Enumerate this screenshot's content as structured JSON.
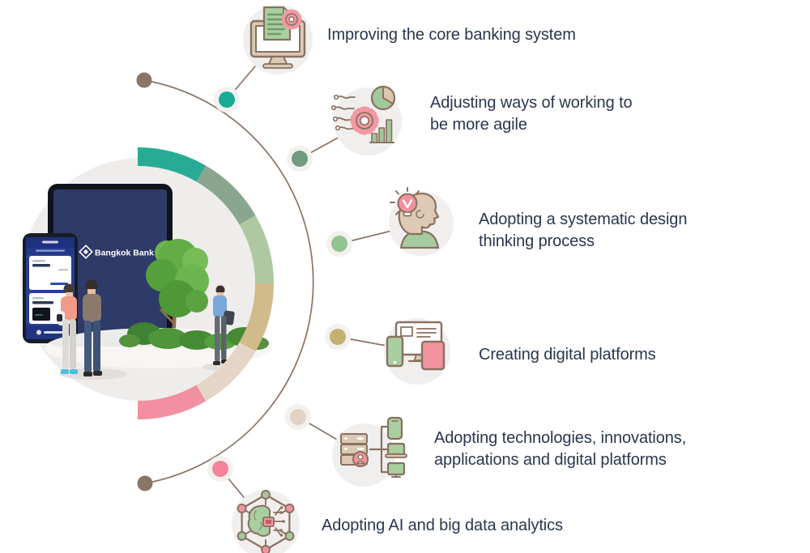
{
  "infographic": {
    "brand": "Bangkok Bank",
    "scene": {
      "description": "Circular photo of Bangkok Bank tablet and mobile banking app with customers, tree and bushes"
    },
    "items": [
      {
        "label_lines": [
          "Improving the core banking system"
        ],
        "icon": "core-banking-monitor-icon",
        "dot_color": "#17ab97",
        "arc_color": "#27ab94"
      },
      {
        "label_lines": [
          "Adjusting ways of working to",
          "be more agile"
        ],
        "icon": "agile-gear-chart-icon",
        "dot_color": "#6f9b7e",
        "arc_color": "#8aa68f"
      },
      {
        "label_lines": [
          "Adopting a systematic design",
          "thinking process"
        ],
        "icon": "design-thinking-head-bulb-icon",
        "dot_color": "#92c390",
        "arc_color": "#aec9a2"
      },
      {
        "label_lines": [
          "Creating digital platforms"
        ],
        "icon": "digital-devices-icon",
        "dot_color": "#c3b172",
        "arc_color": "#d2bb8b"
      },
      {
        "label_lines": [
          "Adopting technologies, innovations,",
          "applications and digital platforms"
        ],
        "icon": "server-devices-icon",
        "dot_color": "#e3d3c4",
        "arc_color": "#e5d5c6"
      },
      {
        "label_lines": [
          "Adopting AI and big data analytics"
        ],
        "icon": "ai-network-brain-icon",
        "dot_color": "#f2849b",
        "arc_color": "#f28fa0"
      }
    ],
    "colors": {
      "text": "#2a364e",
      "path_line": "#8b7365",
      "end_dot": "#8b7566",
      "dot_halo": "#f3f1ef",
      "icon_bg": "#f1efee",
      "photo_bg": "#efedec",
      "icon_outline": "#8a7060",
      "icon_green": "#a9cfa1",
      "icon_pink": "#f294a0",
      "icon_tan": "#dbc9b6"
    }
  }
}
